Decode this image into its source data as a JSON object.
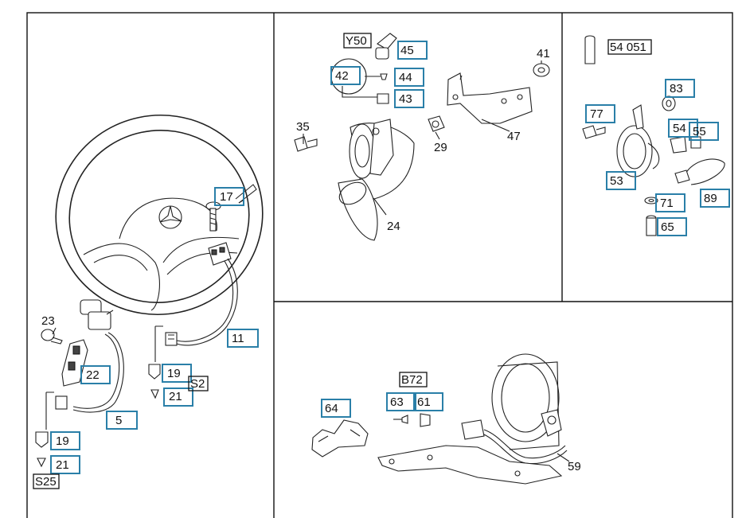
{
  "callouts": {
    "c17": "17",
    "c11": "11",
    "c22": "22",
    "c19a": "19",
    "c21a": "21",
    "c5": "5",
    "c19b": "19",
    "c21b": "21",
    "c45": "45",
    "c44": "44",
    "c42": "42",
    "c43": "43",
    "c77": "77",
    "c83": "83",
    "c54": "54",
    "c55": "55",
    "c53": "53",
    "c71": "71",
    "c89": "89",
    "c65": "65",
    "c64": "64",
    "c63": "63",
    "c61": "61"
  },
  "codes": {
    "s2": "S2",
    "s25": "S25",
    "y50": "Y50",
    "p54051": "54 051",
    "b72": "B72"
  },
  "labels": {
    "l23": "23",
    "l35": "35",
    "l41": "41",
    "l29": "29",
    "l47": "47",
    "l24": "24",
    "l59": "59"
  },
  "colors": {
    "callout_border": "#2a7fa8",
    "line": "#222222"
  }
}
